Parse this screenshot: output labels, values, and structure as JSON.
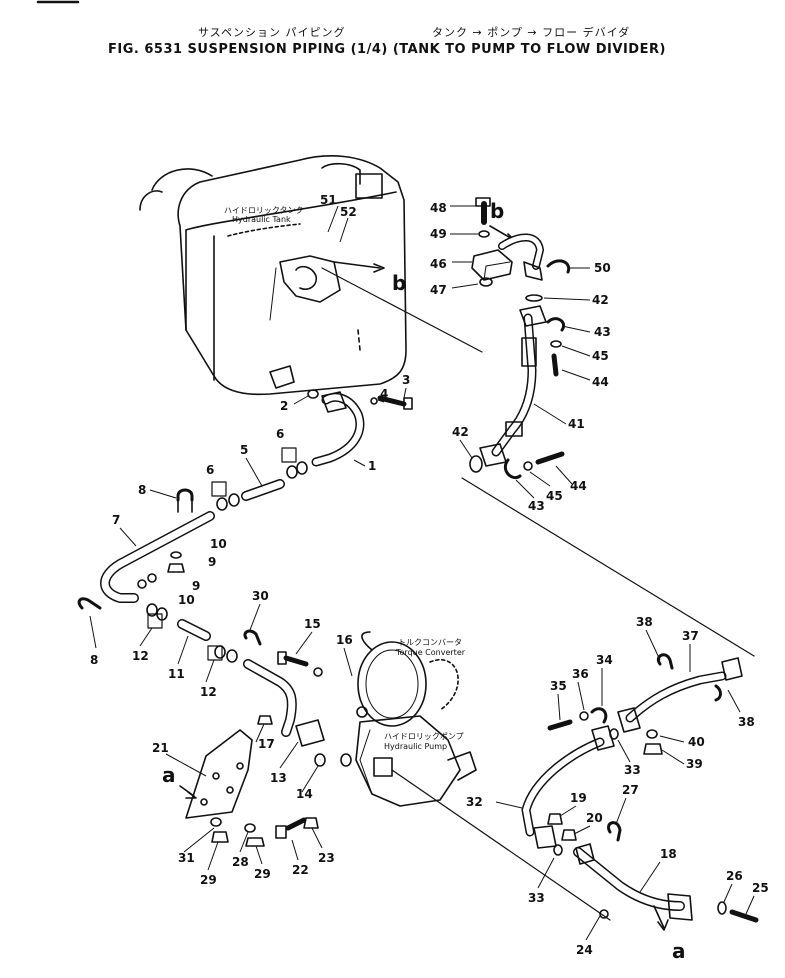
{
  "header": {
    "jp_line1": "サスペンション パイピング",
    "jp_line2": "タンク → ポンプ → フロー デバイダ",
    "title": "FIG. 6531  SUSPENSION PIPING (1/4) (TANK TO PUMP TO FLOW DIVIDER)"
  },
  "labels": {
    "hydraulic_tank_jp": "ハイドロリックタンク",
    "hydraulic_tank": "Hydraulic Tank",
    "torque_converter_jp": "トルクコンバータ",
    "torque_converter": "Torque Converter",
    "hydraulic_pump_jp": "ハイドロリックポンプ",
    "hydraulic_pump": "Hydraulic Pump"
  },
  "ref_letters": {
    "b": "b",
    "a": "a"
  },
  "part_numbers": {
    "p1": "1",
    "p2": "2",
    "p3": "3",
    "p4": "4",
    "p5": "5",
    "p6a": "6",
    "p6b": "6",
    "p7": "7",
    "p8a": "8",
    "p8b": "8",
    "p9a": "9",
    "p9b": "9",
    "p10a": "10",
    "p10b": "10",
    "p11": "11",
    "p12a": "12",
    "p12b": "12",
    "p13": "13",
    "p14": "14",
    "p15": "15",
    "p16": "16",
    "p17": "17",
    "p18": "18",
    "p19": "19",
    "p20": "20",
    "p21": "21",
    "p22": "22",
    "p23": "23",
    "p24": "24",
    "p25": "25",
    "p26": "26",
    "p27": "27",
    "p28": "28",
    "p29a": "29",
    "p29b": "29",
    "p30": "30",
    "p31": "31",
    "p32": "32",
    "p33a": "33",
    "p33b": "33",
    "p34": "34",
    "p35": "35",
    "p36": "36",
    "p37": "37",
    "p38a": "38",
    "p38b": "38",
    "p39": "39",
    "p40": "40",
    "p41": "41",
    "p42a": "42",
    "p42b": "42",
    "p43a": "43",
    "p43b": "43",
    "p44a": "44",
    "p44b": "44",
    "p45a": "45",
    "p45b": "45",
    "p46": "46",
    "p47": "47",
    "p48": "48",
    "p49": "49",
    "p50": "50",
    "p51": "51",
    "p52": "52"
  }
}
